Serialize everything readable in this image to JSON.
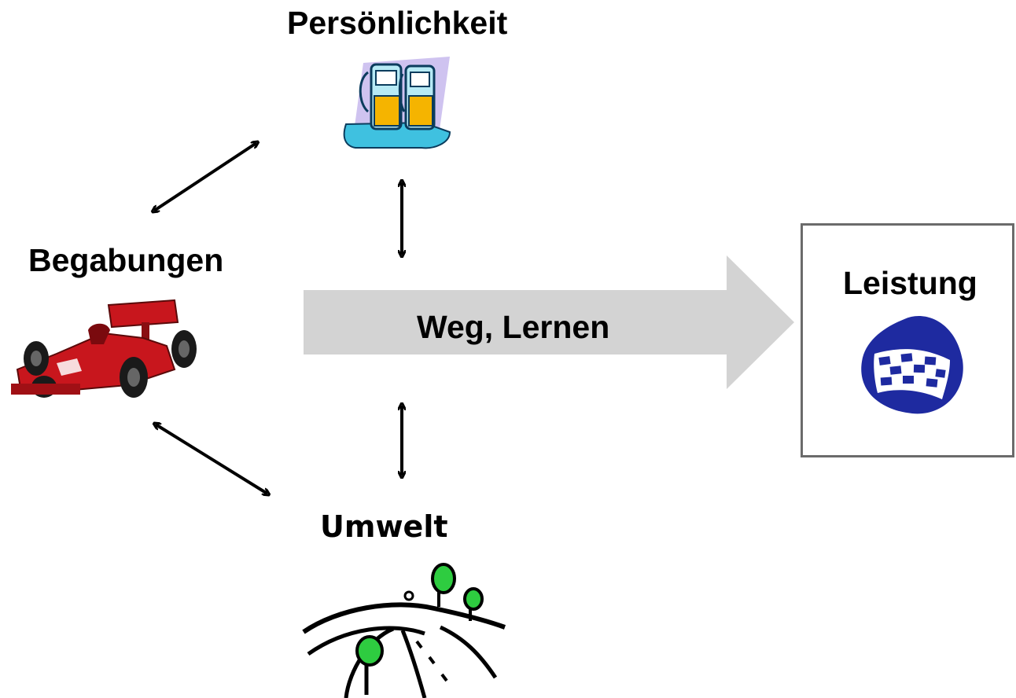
{
  "nodes": {
    "personality": {
      "label": "Persönlichkeit",
      "icon": "fuel-pump-icon"
    },
    "talents": {
      "label": "Begabungen",
      "icon": "race-car-icon"
    },
    "environment": {
      "label": "Umwelt",
      "icon": "road-landscape-icon"
    },
    "performance": {
      "label": "Leistung",
      "icon": "checkered-flag-icon"
    }
  },
  "main_arrow": {
    "label": "Weg, Lernen",
    "color": "#d3d3d3"
  },
  "colors": {
    "connector": "#000000",
    "box_border": "#6b6b6b",
    "car_red": "#c8161d",
    "flag_blue": "#1e2aa0",
    "tree_green": "#2ecc40",
    "pump_orange": "#f5b400",
    "pump_cyan": "#3fc1e0"
  }
}
